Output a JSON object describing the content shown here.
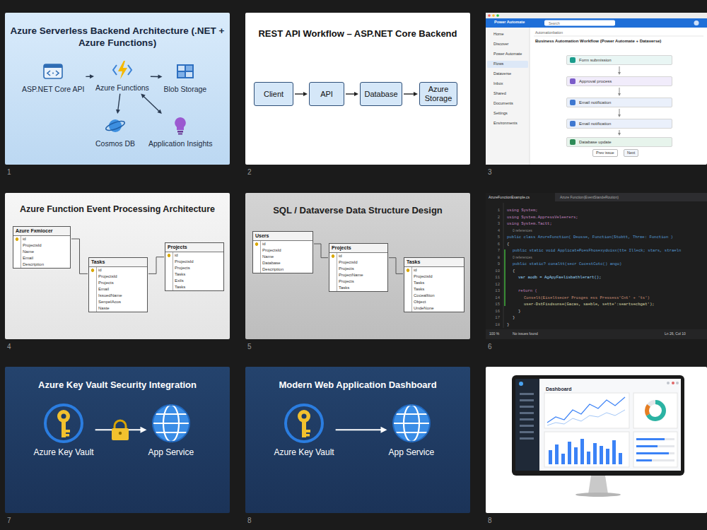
{
  "diagram": {
    "nodes": [
      {
        "text": [
          "Azure Serverless Backend Architecture (.NET + Azure Functions)"
        ]
      },
      {
        "text": [
          "ASP.NET Core API"
        ],
        "in": 0
      },
      {
        "text": [
          "Azure Functions"
        ],
        "in": 0
      },
      {
        "text": [
          "Blob Storage"
        ],
        "in": 0
      },
      {
        "text": [
          "Cosmos DB"
        ],
        "in": 0
      },
      {
        "text": [
          "Application Insights"
        ],
        "in": 0
      },
      {
        "text": [
          "REST API Workflow – ASP.NET Core Backend"
        ]
      },
      {
        "text": [
          "Client"
        ],
        "in": 6
      },
      {
        "text": [
          "API"
        ],
        "in": 6
      },
      {
        "text": [
          "Database"
        ],
        "in": 6
      },
      {
        "text": [
          "Azure Storage"
        ],
        "in": 6
      },
      {
        "text": [
          "Business Automation Workflow (Power Automate + Dataverse)"
        ]
      },
      {
        "text": [
          "Form submission"
        ],
        "in": 11
      },
      {
        "text": [
          "Approval process"
        ],
        "in": 11
      },
      {
        "text": [
          "Email notification"
        ],
        "in": 11
      },
      {
        "text": [
          "Email notification"
        ],
        "in": 11
      },
      {
        "text": [
          "Database update"
        ],
        "in": 11
      },
      {
        "text": [
          "Azure Function Event Processing Architecture"
        ]
      },
      {
        "text": [
          "Azure Fxmiocer",
          "id",
          "ProjectsId",
          "Name",
          "Email",
          "Description"
        ],
        "in": 17
      },
      {
        "text": [
          "Tasks",
          "id",
          "ProjectsId",
          "Projects",
          "Email",
          "IssuedName",
          "SenpelAcos",
          "Naste"
        ],
        "in": 17
      },
      {
        "text": [
          "Projects",
          "id",
          "ProjectsId",
          "Projects",
          "Tasks",
          "Exils",
          "Tasks"
        ],
        "in": 17
      },
      {
        "text": [
          "SQL / Dataverse Data Structure Design"
        ]
      },
      {
        "text": [
          "Users",
          "id",
          "ProjectsId",
          "Name",
          "Database",
          "Description"
        ],
        "in": 21
      },
      {
        "text": [
          "Projects",
          "id",
          "ProjectsId",
          "Projects",
          "ProjectName",
          "Projects",
          "Tasks"
        ],
        "in": 21
      },
      {
        "text": [
          "Tasks",
          "id",
          "ProjectsId",
          "Tasks",
          "Tasks",
          "Cocealltion",
          "Object",
          "UndeNone"
        ],
        "in": 21
      },
      {
        "text": [
          "using System;",
          "using System.AppressVeleerers;",
          "using System.Tactt;",
          "public class AzureFunction( Deosse, Function(Stobtt, Thrme: Function )",
          "{",
          "public static void ApplicatePoesFhosexyduisx(tte Illeck; stars, straeln",
          "public static? conaltt(secr CocestCotc() ango)",
          "{",
          "var aodb = AgApyFaelisbathlerart();",
          "return (",
          "Conselt(Eiseltsecer Prosges ess Pressess'Cnt' + 'ts')",
          "user-DstFisdsunse(Gacas, saeble, sette':seartsecbgat');",
          "}",
          "}",
          "}"
        ]
      },
      {
        "text": [
          "Azure Key Vault Security Integration"
        ]
      },
      {
        "text": [
          "Azure Key Vault"
        ],
        "in": 26
      },
      {
        "text": [
          "App Service"
        ],
        "in": 26
      },
      {
        "text": [
          "Modern Web Application Dashboard"
        ]
      },
      {
        "text": [
          "Azure Key Vault"
        ],
        "in": 29
      },
      {
        "text": [
          "App Service"
        ],
        "in": 29
      },
      {
        "text": [
          "Dashboard"
        ]
      }
    ],
    "edges": [
      {
        "from": 1,
        "to": 2,
        "arrow": "to"
      },
      {
        "from": 2,
        "to": 3,
        "arrow": "to"
      },
      {
        "from": 2,
        "to": 4,
        "arrow": "to"
      },
      {
        "from": 2,
        "to": 5,
        "arrow": "both"
      },
      {
        "from": 7,
        "to": 8,
        "arrow": "to"
      },
      {
        "from": 8,
        "to": 9,
        "arrow": "to"
      },
      {
        "from": 9,
        "to": 10,
        "arrow": "to"
      },
      {
        "from": 12,
        "to": 13,
        "arrow": "to"
      },
      {
        "from": 13,
        "to": 14,
        "arrow": "to"
      },
      {
        "from": 14,
        "to": 15,
        "arrow": "to"
      },
      {
        "from": 15,
        "to": 16,
        "arrow": "to"
      },
      {
        "from": 18,
        "to": 19,
        "arrow": "none"
      },
      {
        "from": 19,
        "to": 20,
        "arrow": "none"
      },
      {
        "from": 22,
        "to": 23,
        "arrow": "none"
      },
      {
        "from": 23,
        "to": 24,
        "arrow": "none"
      },
      {
        "from": 27,
        "to": 28,
        "arrow": "to"
      },
      {
        "from": 30,
        "to": 31,
        "arrow": "to"
      }
    ],
    "labels": [
      "1",
      "2",
      "3",
      "4",
      "5",
      "6",
      "7",
      "8",
      "8",
      "Power Automate",
      "Search",
      "Home",
      "Discover",
      "Power Automate",
      "Flows",
      "Dataverse",
      "Inbox",
      "Shared",
      "Documents",
      "Settings",
      "Environments",
      "Automationbation",
      "Prev issue",
      "Next",
      "AzureFunctionExample.cs",
      "Azure Function(EventStandeRoution)",
      "1",
      "2",
      "3",
      "4",
      "5",
      "6",
      "7",
      "8",
      "9",
      "10",
      "11",
      "12",
      "13",
      "14",
      "15",
      "16",
      "17",
      "18",
      "0 references",
      "0 references",
      "100 %",
      "No issues found",
      "Ln 26, Col 10"
    ]
  }
}
